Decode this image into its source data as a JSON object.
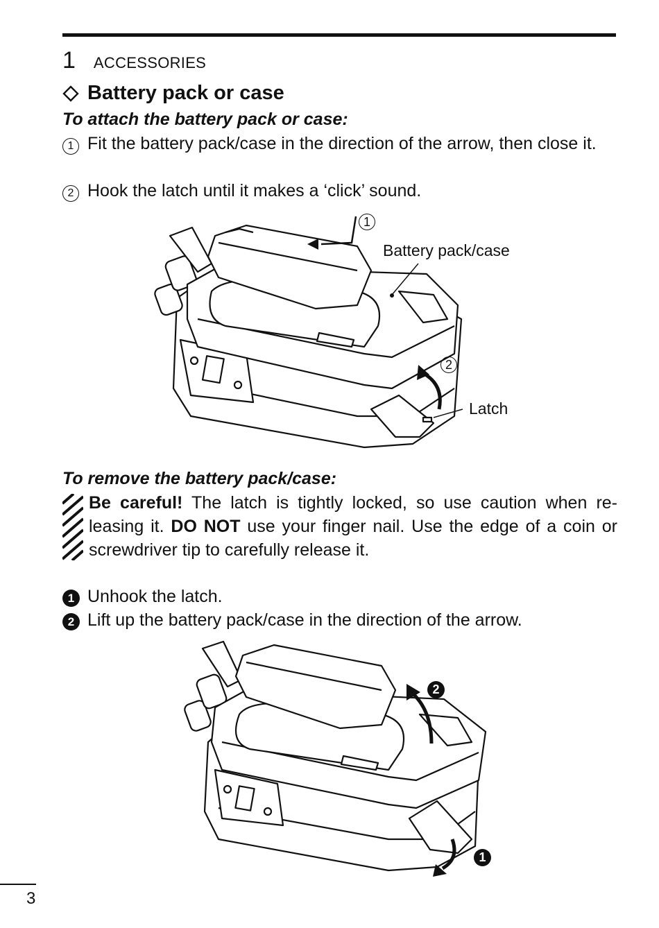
{
  "header": {
    "chapter_number": "1",
    "chapter_name": "ACCESSORIES"
  },
  "section": {
    "title": "Battery pack or case",
    "icon": "diamond-outline-icon"
  },
  "attach": {
    "heading": "To attach the battery pack or case:",
    "steps": [
      {
        "marker": "1",
        "text": "Fit the battery pack/case in the direction of the arrow, then close it."
      },
      {
        "marker": "2",
        "text": "Hook the latch until it makes a ‘click’ sound."
      }
    ],
    "figure": {
      "callout_battery": "Battery pack/case",
      "callout_latch": "Latch",
      "step_marker_1": "1",
      "step_marker_2": "2"
    }
  },
  "remove": {
    "heading": "To remove the battery pack/case:",
    "caution": {
      "icon": "caution-hatch-icon",
      "lead": "Be careful!",
      "text_1": " The latch is tightly locked, so use caution when re­leasing it. ",
      "emphasis": "DO NOT",
      "text_2": " use your finger nail. Use the edge of a coin or screwdriver tip to carefully release it."
    },
    "steps": [
      {
        "marker": "1",
        "text": "Unhook the latch."
      },
      {
        "marker": "2",
        "text": "Lift up the battery pack/case in the direction of the arrow."
      }
    ],
    "figure": {
      "step_marker_1": "1",
      "step_marker_2": "2"
    }
  },
  "footer": {
    "page_number": "3"
  }
}
